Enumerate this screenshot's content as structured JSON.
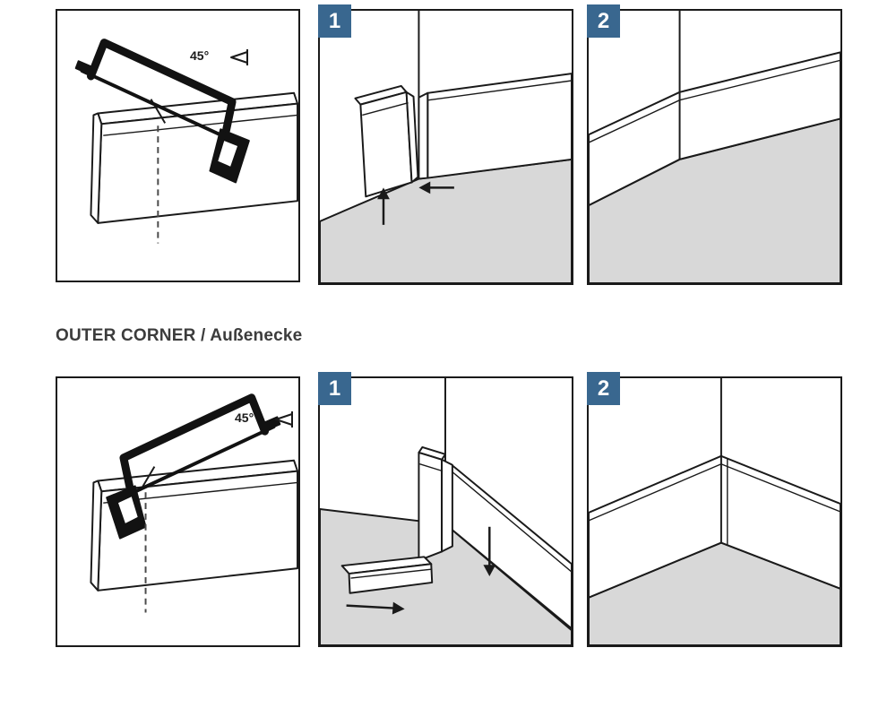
{
  "colors": {
    "badge_bg": "#39678f",
    "badge_fg": "#ffffff",
    "line": "#1a1a1a",
    "floor": "#d8d8d8",
    "heading": "#3c3c3c"
  },
  "icons": {
    "miter_angle": "◁",
    "arrow_up": "↑",
    "arrow_left": "←",
    "arrow_down": "↓",
    "arrow_right": "→",
    "hacksaw": "saw-silhouette"
  },
  "sections": {
    "inner": {
      "saw_panel": {
        "angle_label": "45°"
      },
      "steps": [
        {
          "badge": "1"
        },
        {
          "badge": "2"
        }
      ]
    },
    "outer": {
      "heading": "OUTER CORNER / Außenecke",
      "saw_panel": {
        "angle_label": "45°"
      },
      "steps": [
        {
          "badge": "1"
        },
        {
          "badge": "2"
        }
      ]
    }
  }
}
